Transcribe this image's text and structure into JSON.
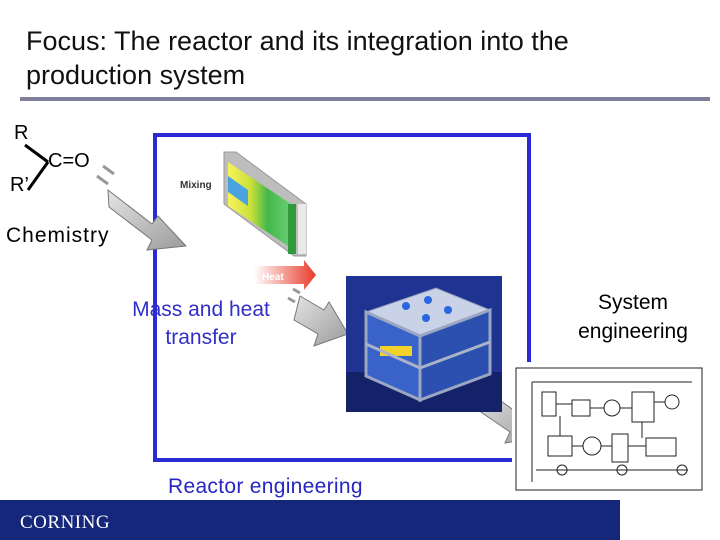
{
  "title": "Focus: The reactor and its integration into the production system",
  "chemistry": {
    "r1": "R",
    "carbonyl": "C=O",
    "r2": "R’",
    "label": "Chemistry"
  },
  "mixing_figure": {
    "mixing_label": "Mixing",
    "heat_label": "Heat"
  },
  "mass_heat_label": "Mass and heat transfer",
  "reactor_label": "Reactor engineering",
  "system_label": "System engineering",
  "footer": {
    "logo": "CORNING"
  },
  "colors": {
    "frame": "#2b2bd6",
    "footer": "#15277a",
    "mass_text": "#3030c8",
    "heat_arrow": "#e83a2a"
  }
}
